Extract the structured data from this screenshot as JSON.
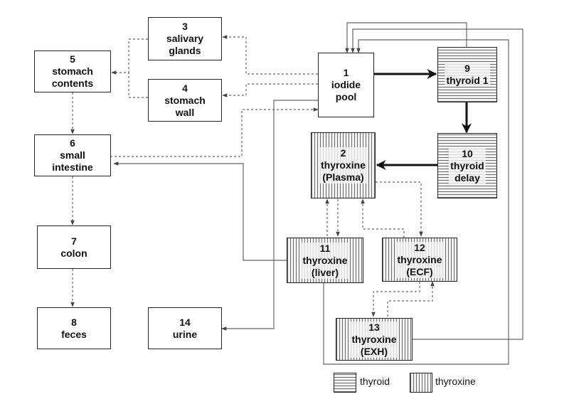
{
  "compartments": [
    {
      "key": "c1",
      "lines": [
        "1",
        "iodide",
        "pool"
      ]
    },
    {
      "key": "c2",
      "lines": [
        "2",
        "thyroxine",
        "(Plasma)"
      ]
    },
    {
      "key": "c3",
      "lines": [
        "3",
        "salivary",
        "glands"
      ]
    },
    {
      "key": "c4",
      "lines": [
        "4",
        "stomach",
        "wall"
      ]
    },
    {
      "key": "c5",
      "lines": [
        "5",
        "stomach",
        "contents"
      ]
    },
    {
      "key": "c6",
      "lines": [
        "6",
        "small",
        "intestine"
      ]
    },
    {
      "key": "c7",
      "lines": [
        "7",
        "colon"
      ]
    },
    {
      "key": "c8",
      "lines": [
        "8",
        "feces"
      ]
    },
    {
      "key": "c9",
      "lines": [
        "9",
        "thyroid 1"
      ]
    },
    {
      "key": "c10",
      "lines": [
        "10",
        "thyroid",
        "delay"
      ]
    },
    {
      "key": "c11",
      "lines": [
        "11",
        "thyroxine",
        "(liver)"
      ]
    },
    {
      "key": "c12",
      "lines": [
        "12",
        "thyroxine",
        "(ECF)"
      ]
    },
    {
      "key": "c13",
      "lines": [
        "13",
        "thyroxine",
        "(EXH)"
      ]
    },
    {
      "key": "c14",
      "lines": [
        "14",
        "urine"
      ]
    }
  ],
  "legend": {
    "thyroid": "thyroid",
    "thyroxine": "thyroxine"
  }
}
